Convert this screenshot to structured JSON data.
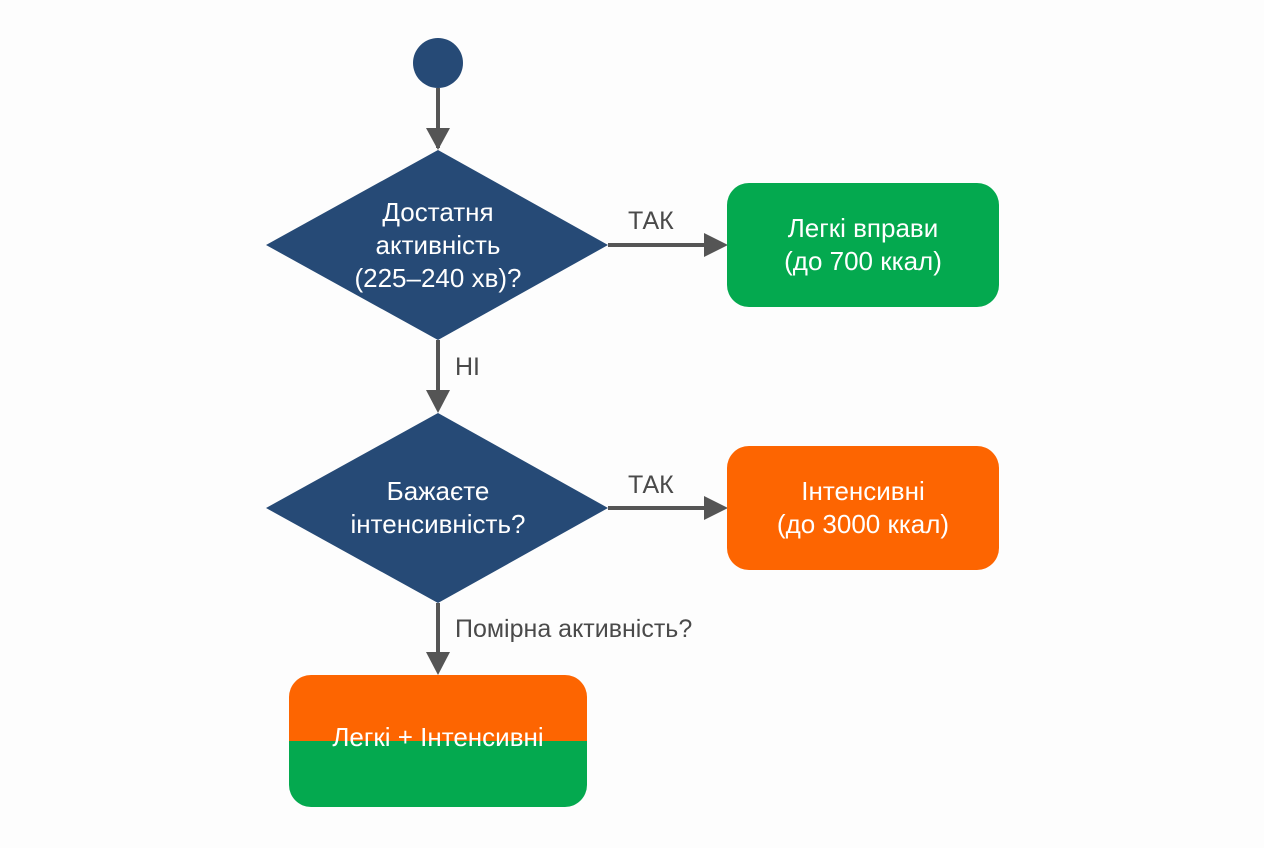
{
  "colors": {
    "decision": "#264a76",
    "start": "#264a76",
    "light": "#04a94f",
    "intense": "#fd6501",
    "connector": "#555555",
    "label_text": "#4a4a4a"
  },
  "decision1": {
    "line1": "Достатня",
    "line2": "активність",
    "line3": "(225–240 хв)?"
  },
  "decision2": {
    "line1": "Бажаєте",
    "line2": "інтенсивність?"
  },
  "box_light": {
    "line1": "Легкі вправи",
    "line2": "(до 700 ккал)"
  },
  "box_intense": {
    "line1": "Інтенсивні",
    "line2": "(до 3000 ккал)"
  },
  "box_combined": {
    "label": "Легкі + Інтенсивні"
  },
  "labels": {
    "yes1": "ТАК",
    "no1": "НІ",
    "yes2": "ТАК",
    "moderate": "Помірна активність?"
  }
}
